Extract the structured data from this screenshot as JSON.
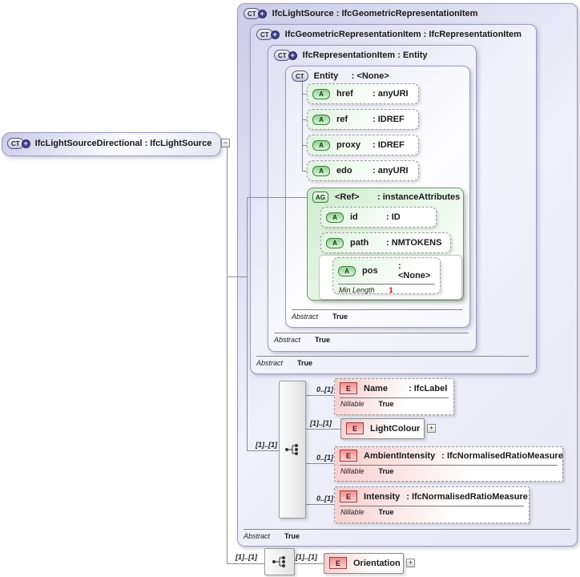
{
  "icons": {
    "complex_type": "CT",
    "attribute": "A",
    "attribute_group": "AG",
    "element": "E",
    "extension": "+",
    "expand": "+",
    "collapse": "−"
  },
  "root_box": {
    "label": "IfcLightSourceDirectional : IfcLightSource"
  },
  "boxes": {
    "lightsource": {
      "label": "IfcLightSource : IfcGeometricRepresentationItem",
      "facet": {
        "label": "Abstract",
        "value": "True"
      }
    },
    "geomrepitem": {
      "label": "IfcGeometricRepresentationItem : IfcRepresentationItem",
      "facet": {
        "label": "Abstract",
        "value": "True"
      }
    },
    "repitem": {
      "label": "IfcRepresentationItem : Entity",
      "facet": {
        "label": "Abstract",
        "value": "True"
      }
    },
    "entity": {
      "name": "Entity",
      "type": ": <None>",
      "facet": {
        "label": "Abstract",
        "value": "True"
      }
    }
  },
  "entity_attributes": [
    {
      "name": "href",
      "type": ": anyURI"
    },
    {
      "name": "ref",
      "type": ": IDREF"
    },
    {
      "name": "proxy",
      "type": ": IDREF"
    },
    {
      "name": "edo",
      "type": ": anyURI"
    }
  ],
  "attribute_group": {
    "name": "<Ref>",
    "type": ": instanceAttributes",
    "attributes": [
      {
        "name": "id",
        "type": ": ID"
      },
      {
        "name": "path",
        "type": ": NMTOKENS"
      },
      {
        "name": "pos",
        "type": ": <None>",
        "facet": {
          "label": "Min Length",
          "value": "1"
        }
      }
    ]
  },
  "content": {
    "sequence_cardinality": "[1]..[1]",
    "elements": [
      {
        "cardinality": "0..[1]",
        "name": "Name",
        "type": ": IfcLabel",
        "facet": {
          "label": "Nillable",
          "value": "True"
        }
      },
      {
        "cardinality": "[1]..[1]",
        "name": "LightColour"
      },
      {
        "cardinality": "0..[1]",
        "name": "AmbientIntensity",
        "type": ": IfcNormalisedRatioMeasure",
        "facet": {
          "label": "Nillable",
          "value": "True"
        }
      },
      {
        "cardinality": "0..[1]",
        "name": "Intensity",
        "type": ": IfcNormalisedRatioMeasure",
        "facet": {
          "label": "Nillable",
          "value": "True"
        }
      }
    ]
  },
  "bottom": {
    "sequence_cardinality": "[1]..[1]",
    "element_cardinality": "[1]..[1]",
    "element": {
      "name": "Orientation"
    }
  },
  "colors": {
    "box_fill": "#dcdcf2",
    "attribute_fill": "#ddf4dd",
    "group_fill": "#cdeccd",
    "element_fill": "#f7cccc",
    "facet_red": "#cc0000"
  }
}
